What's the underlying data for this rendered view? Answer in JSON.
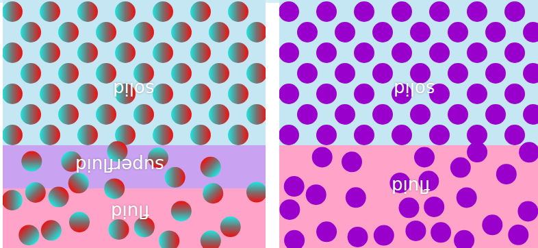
{
  "diagram": {
    "nodes": [
      {
        "text": [
          "solid"
        ]
      },
      {
        "text": [
          "superfluid"
        ]
      },
      {
        "text": [
          "fluid"
        ]
      },
      {
        "text": [
          "solid"
        ]
      },
      {
        "text": [
          "fluid"
        ]
      }
    ]
  }
}
